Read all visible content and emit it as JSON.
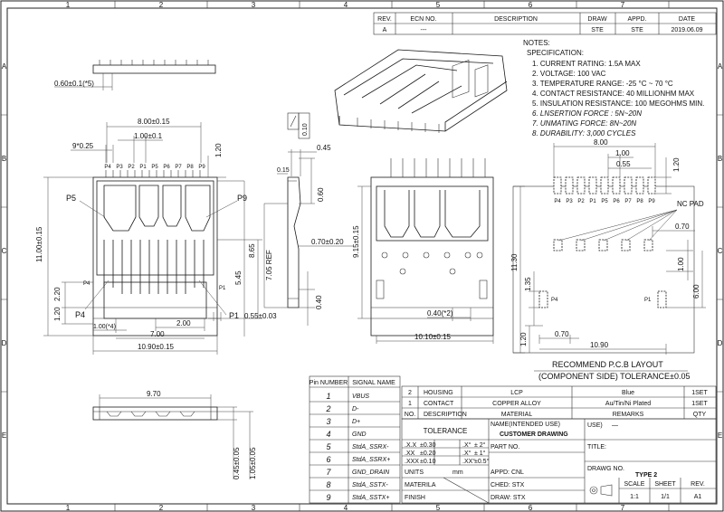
{
  "grid": {
    "columns": [
      "1",
      "2",
      "3",
      "4",
      "5",
      "6",
      "7"
    ],
    "rows": [
      "A",
      "B",
      "C",
      "D",
      "E"
    ]
  },
  "revision_block": {
    "headers": [
      "REV.",
      "ECN NO.",
      "DESCRIPTION",
      "DRAW",
      "APPD.",
      "DATE"
    ],
    "row": [
      "A",
      "---",
      "",
      "STE",
      "STE",
      "2019.06.09"
    ]
  },
  "notes": {
    "title": "NOTES:",
    "subtitle": "SPECIFICATION:",
    "items": [
      "1. CURRENT RATING: 1.5A MAX",
      "2. VOLTAGE: 100 VAC",
      "3. TEMPERATURE RANGE: -25 °C ~ 70 °C",
      "4. CONTACT RESISTANCE: 40 MILLIONHM MAX",
      "5. INSULATION RESISTANCE: 100 MEGOHMS MIN.",
      "6. LNSERTION FORCE : 5N~20N",
      "7. UNMATING FORCE: 8N~20N",
      "8. DURABILITY:   3,000 CYCLES"
    ]
  },
  "dimensions": {
    "top_pitch": "0.60±0.1(*5)",
    "front_width": "8.00±0.15",
    "front_pitch": "1.00±0.1",
    "front_pin_width": "9*0.25",
    "front_top": "1.20",
    "front_height": "11.00±0.15",
    "front_left_1": "2.20",
    "front_left_2": "1.20",
    "front_mid": "1.00(*4)",
    "front_2": "2.00",
    "front_7": "7.00",
    "front_base": "10.90±0.15",
    "front_865": "8.65",
    "front_545": "5.45",
    "front_055": "0.55±0.03",
    "side_045": "0.45",
    "side_060": "0.60",
    "side_015": "0.15",
    "side_705": "7.05 REF",
    "side_010": "0.10",
    "side_070": "0.70±0.20",
    "side_040": "0.40",
    "back_915": "9.15±0.15",
    "back_040": "0.40(*2)",
    "back_base": "10.10±0.15",
    "pcb_800": "8.00",
    "pcb_100": "1.00",
    "pcb_055": "0.55",
    "pcb_120": "1.20",
    "pcb_070": "0.70",
    "pcb_1130": "11.30",
    "pcb_135": "1.35",
    "pcb_100v": "1.00",
    "pcb_600": "6.00",
    "pcb_120b": "1.20",
    "pcb_070b": "0.70",
    "pcb_1090": "10.90",
    "bottom_970": "9.70",
    "bottom_045": "0.45±0.05",
    "bottom_105": "1.05±0.05"
  },
  "labels": {
    "p5": "P5",
    "p9": "P9",
    "p4": "P4",
    "p1": "P1",
    "p4b": "P4",
    "p1b": "P1",
    "pins_front": [
      "P4",
      "P3",
      "P2",
      "P1",
      "P5",
      "P6",
      "P7",
      "P8",
      "P9"
    ],
    "pins_pcb": [
      "P4",
      "P3",
      "P2",
      "P1",
      "P5",
      "P6",
      "P7",
      "P8",
      "P9"
    ],
    "nc_pad": "NC PAD"
  },
  "pcb_layout": {
    "title": "RECOMMEND P.C.B LAYOUT",
    "subtitle": "(COMPONENT SIDE)  TOLERANCE±0.05"
  },
  "pin_table": {
    "headers": [
      "Pin NUMBER",
      "SIGNAL NAME"
    ],
    "rows": [
      [
        "1",
        "VBUS"
      ],
      [
        "2",
        "D-"
      ],
      [
        "3",
        "D+"
      ],
      [
        "4",
        "GND"
      ],
      [
        "5",
        "StdA_SSRX-"
      ],
      [
        "6",
        "StdA_SSRX+"
      ],
      [
        "7",
        "GND_DRAIN"
      ],
      [
        "8",
        "StdA_SSTX-"
      ],
      [
        "9",
        "StdA_SSTX+"
      ]
    ]
  },
  "bom": {
    "rows": [
      [
        "2",
        "HOUSING",
        "LCP",
        "Blue",
        "1SET"
      ],
      [
        "1",
        "CONTACT",
        "COPPER ALLOY",
        "Au/Tin/Ni Plated",
        "1SET"
      ]
    ],
    "headers": [
      "NO.",
      "DESCRIPTION",
      "MATERIAL",
      "REMARKS",
      "QTY"
    ]
  },
  "title_block": {
    "tolerance": "TOLERANCE",
    "tol_rows": [
      [
        ".X.X",
        "±0.30",
        ".X°",
        "± 2°"
      ],
      [
        ".XX",
        "±0.20",
        ".X°",
        "± 1°"
      ],
      [
        ".XXX",
        "±0.10",
        ".XX°",
        "±0.5°"
      ]
    ],
    "units_label": "UNITS",
    "units_value": "mm",
    "material_label": "MATERILA",
    "finish_label": "FINISH",
    "name_label": "NAME(INTENDED USE)",
    "name_value": "CUSTOMER DRAWING",
    "use_label": "USE)",
    "use_value": "—",
    "part_no": "PART NO.",
    "title_label": "TITLE:",
    "appd": "APPD: CNL",
    "ched": "CHED: STX",
    "draw": "DRAW: STX",
    "drawg_no": "DRAWG NO.",
    "drawg_value": "TYPE 2",
    "scale_label": "SCALE",
    "scale_value": "1:1",
    "sheet_label": "SHEET",
    "sheet_value": "1/1",
    "rev_label": "REV.",
    "rev_value": "A1"
  }
}
